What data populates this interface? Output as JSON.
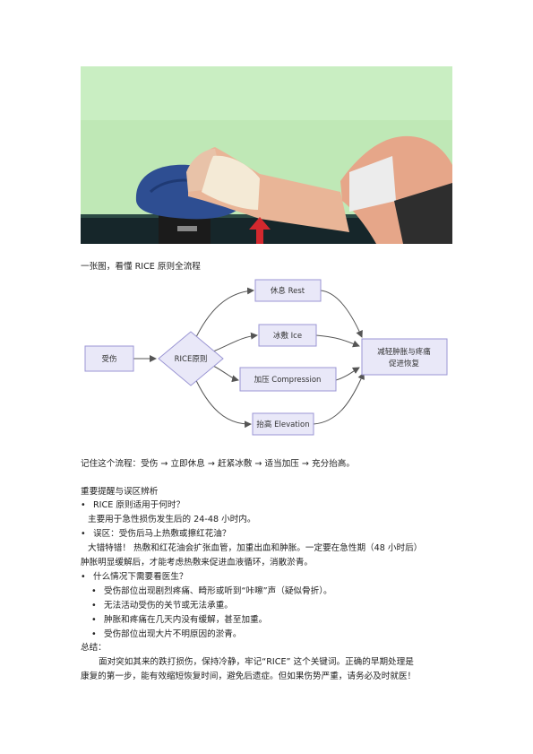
{
  "caption": "一张图，看懂 RICE 原则全流程",
  "flow": {
    "injury": "受伤",
    "decision": "RICE原则",
    "rest": "休息 Rest",
    "ice": "冰敷 Ice",
    "compression": "加压 Compression",
    "elevation": "抬高 Elevation",
    "outcome_line1": "减轻肿胀与疼痛",
    "outcome_line2": "促进恢复"
  },
  "sequence": "记住这个流程：受伤 → 立即休息 → 赶紧冰敷 → 适当加压 → 充分抬高。",
  "section_title": "重要提醒与误区辨析",
  "q1": "RICE 原则适用于何时？",
  "a1": "主要用于急性损伤发生后的 24-48 小时内。",
  "q2": "误区：受伤后马上热敷或擦红花油？",
  "a2_line1": "大错特错！ 热敷和红花油会扩张血管，加重出血和肿胀。一定要在急性期（48 小时后）",
  "a2_line2": "肿胀明显缓解后，才能考虑热敷来促进血液循环，消散淤青。",
  "q3": "什么情况下需要看医生？",
  "doctor_items": [
    "受伤部位出现剧烈疼痛、畸形或听到“咔嚓”声（疑似骨折）。",
    "无法活动受伤的关节或无法承重。",
    "肿胀和疼痛在几天内没有缓解，甚至加重。",
    "受伤部位出现大片不明原因的淤青。"
  ],
  "summary_title": "总结：",
  "summary_line1": "面对突如其来的跌打损伤，保持冷静，牢记“RICE” 这个关键词。正确的早期处理是",
  "summary_line2": "康复的第一步，能有效缩短恢复时间，避免后遗症。但如果伤势严重，请务必及时就医！",
  "bullet_char": "•",
  "colors": {
    "node_fill": "#e9e8f8",
    "node_stroke": "#9b96d4",
    "arrow": "#555555"
  }
}
